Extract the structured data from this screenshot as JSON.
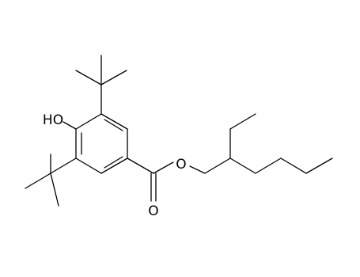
{
  "molecule": {
    "atom_labels": {
      "hydroxyl": "HO",
      "ester_oxygen": "O",
      "carbonyl_oxygen": "O"
    },
    "colors": {
      "bond": "#000000",
      "label": "#000000",
      "background": "#ffffff"
    }
  }
}
